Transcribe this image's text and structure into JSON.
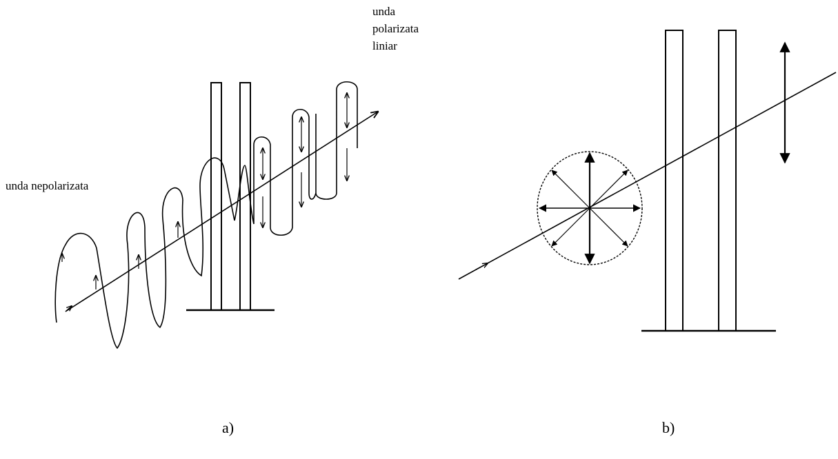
{
  "figure_a": {
    "label_unpolarized": "unda nepolarizata",
    "label_polarized_lines": [
      "unda",
      "polarizata",
      "liniar"
    ],
    "caption": "a)"
  },
  "figure_b": {
    "caption": "b)"
  }
}
